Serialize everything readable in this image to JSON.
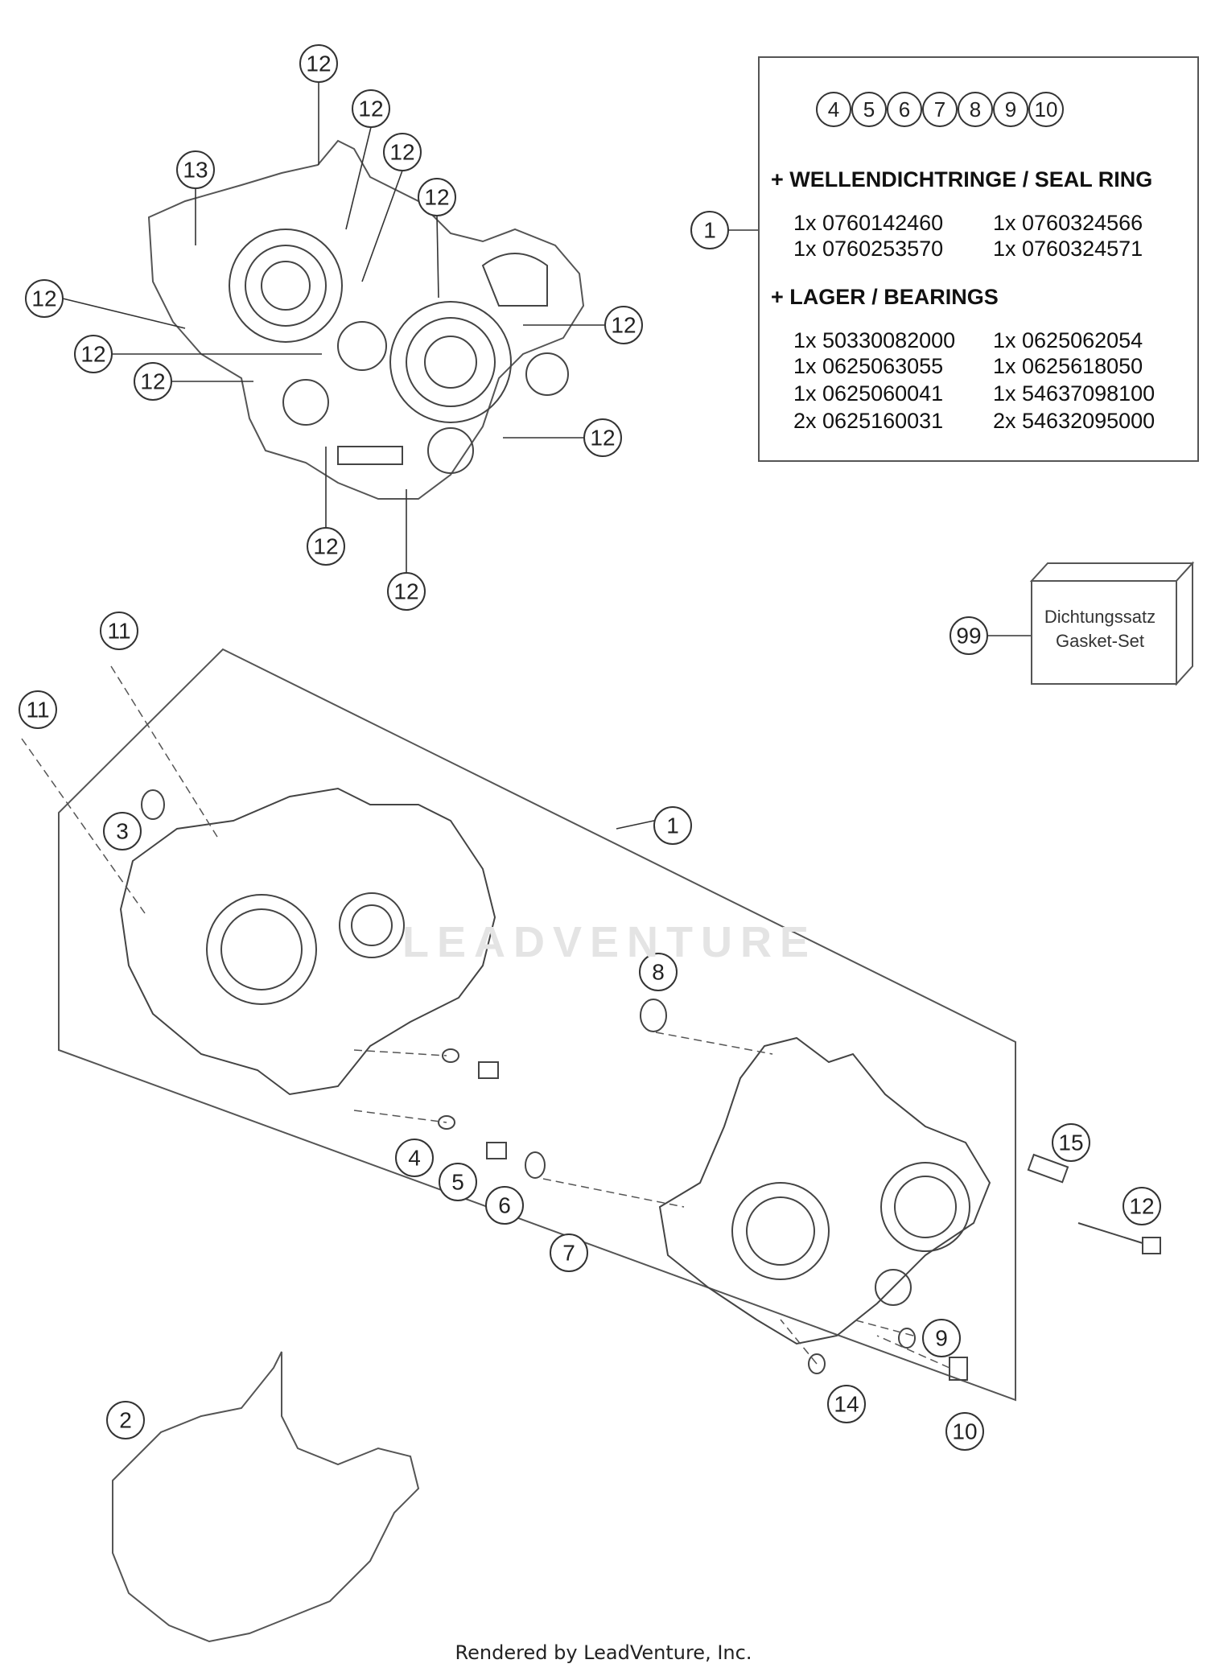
{
  "diagram": {
    "watermark": "LEADVENTURE",
    "footer": "Rendered by LeadVenture, Inc."
  },
  "parts_box": {
    "circled_items": [
      "4",
      "5",
      "6",
      "7",
      "8",
      "9",
      "10"
    ],
    "seal_heading": "+ WELLENDICHTRINGE / SEAL RING",
    "seal_rows": [
      [
        "1x 0760142460",
        "1x 0760324566"
      ],
      [
        "1x 0760253570",
        "1x 0760324571"
      ]
    ],
    "bearing_heading": "+ LAGER / BEARINGS",
    "bearing_rows": [
      [
        "1x 50330082000",
        "1x 0625062054"
      ],
      [
        "1x 0625063055",
        "1x 0625618050"
      ],
      [
        "1x 0625060041",
        "1x 54637098100"
      ],
      [
        "2x 0625160031",
        "2x 54632095000"
      ]
    ]
  },
  "gasket_set": {
    "callout": "99",
    "label_de": "Dichtungssatz",
    "label_en": "Gasket-Set"
  },
  "callouts": {
    "c_top_12_a": "12",
    "c_top_12_b": "12",
    "c_top_12_c": "12",
    "c_top_12_d": "12",
    "c_top_13": "13",
    "c_left_12_a": "12",
    "c_left_12_b": "12",
    "c_left_12_c": "12",
    "c_right_12_a": "12",
    "c_right_12_b": "12",
    "c_bot_12_a": "12",
    "c_bot_12_b": "12",
    "c_box_1": "1",
    "c_11_a": "11",
    "c_11_b": "11",
    "c_3": "3",
    "c_1": "1",
    "c_8": "8",
    "c_15": "15",
    "c_12_side": "12",
    "c_4": "4",
    "c_5": "5",
    "c_6": "6",
    "c_7": "7",
    "c_9": "9",
    "c_10": "10",
    "c_14": "14",
    "c_2": "2"
  }
}
